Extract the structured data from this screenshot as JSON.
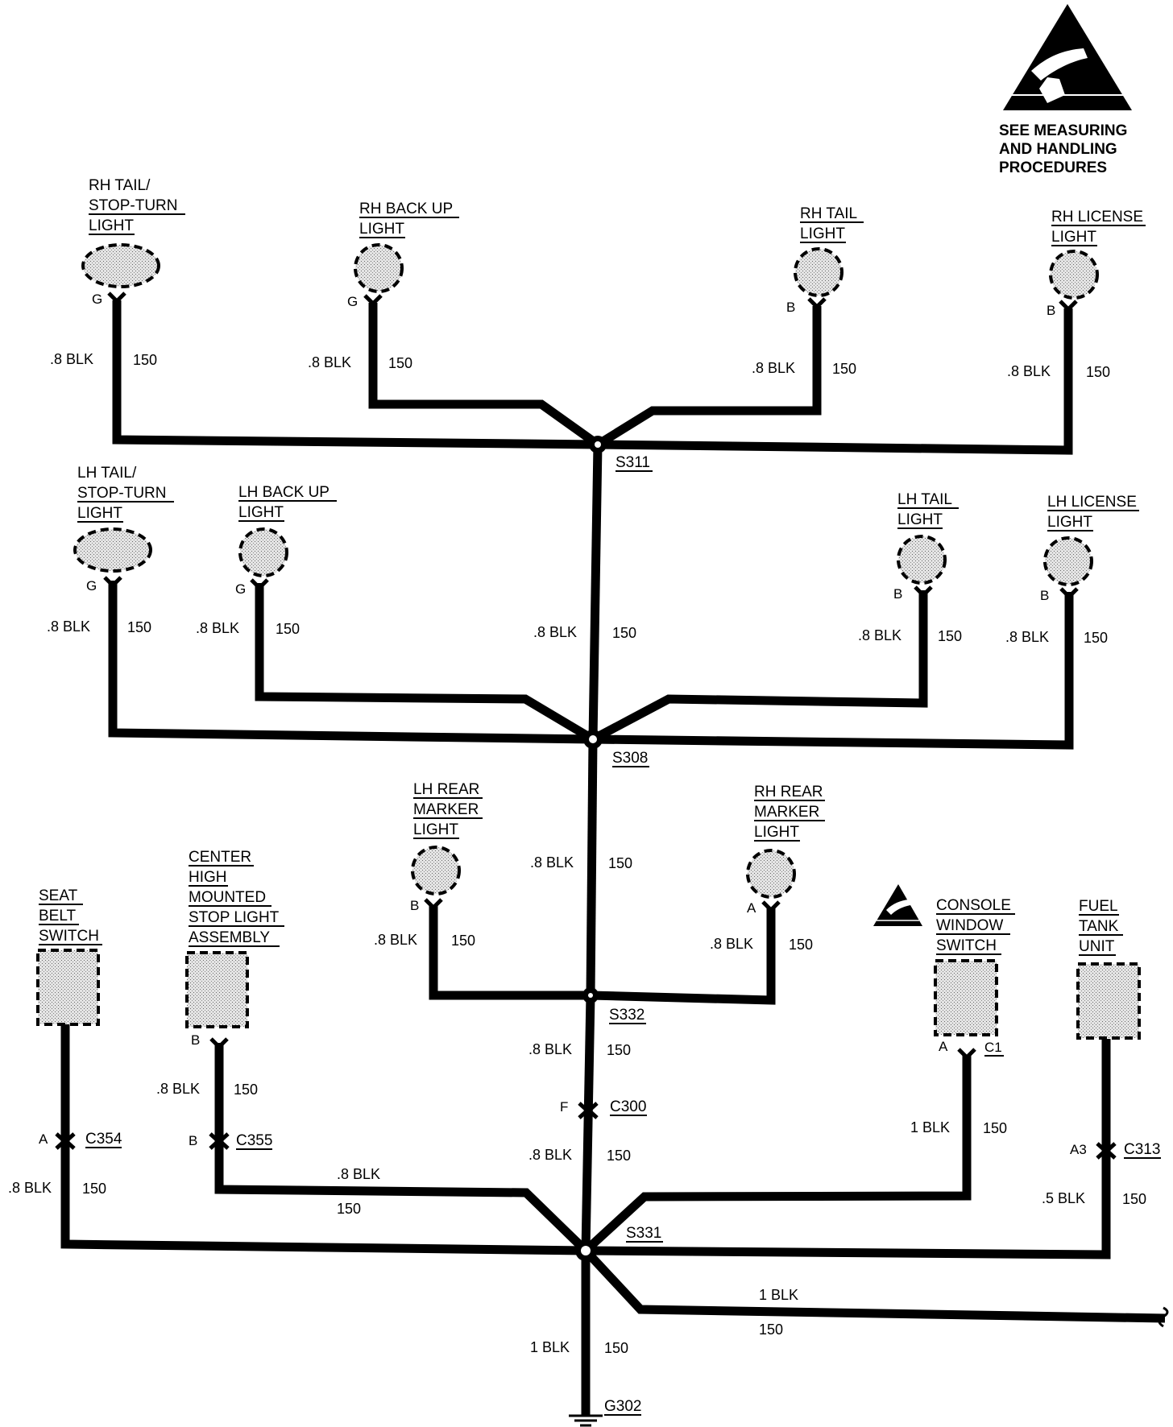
{
  "notice": {
    "lines": [
      "SEE MEASURING",
      "AND HANDLING",
      "PROCEDURES"
    ]
  },
  "components": [
    {
      "id": "rh-tail-stop-turn",
      "lines": [
        "RH TAIL/",
        "STOP-TURN",
        "LIGHT"
      ],
      "pin": "G"
    },
    {
      "id": "rh-back-up",
      "lines": [
        "RH BACK UP",
        "LIGHT"
      ],
      "pin": "G"
    },
    {
      "id": "rh-tail",
      "lines": [
        "RH TAIL",
        "LIGHT"
      ],
      "pin": "B"
    },
    {
      "id": "rh-license",
      "lines": [
        "RH LICENSE",
        "LIGHT"
      ],
      "pin": "B"
    },
    {
      "id": "lh-tail-stop-turn",
      "lines": [
        "LH TAIL/",
        "STOP-TURN",
        "LIGHT"
      ],
      "pin": "G"
    },
    {
      "id": "lh-back-up",
      "lines": [
        "LH BACK UP",
        "LIGHT"
      ],
      "pin": "G"
    },
    {
      "id": "lh-tail",
      "lines": [
        "LH TAIL",
        "LIGHT"
      ],
      "pin": "B"
    },
    {
      "id": "lh-license",
      "lines": [
        "LH LICENSE",
        "LIGHT"
      ],
      "pin": "B"
    },
    {
      "id": "lh-rear-marker",
      "lines": [
        "LH REAR",
        "MARKER",
        "LIGHT"
      ],
      "pin": "B"
    },
    {
      "id": "rh-rear-marker",
      "lines": [
        "RH REAR",
        "MARKER",
        "LIGHT"
      ],
      "pin": "A"
    },
    {
      "id": "seat-belt-switch",
      "lines": [
        "SEAT",
        "BELT",
        "SWITCH"
      ],
      "pin": ""
    },
    {
      "id": "chmsl",
      "lines": [
        "CENTER",
        "HIGH",
        "MOUNTED",
        "STOP LIGHT",
        "ASSEMBLY"
      ],
      "pin": "B"
    },
    {
      "id": "console-window-switch",
      "lines": [
        "CONSOLE",
        "WINDOW",
        "SWITCH"
      ],
      "pin": "A",
      "connector": "C1"
    },
    {
      "id": "fuel-tank-unit",
      "lines": [
        "FUEL",
        "TANK",
        "UNIT"
      ],
      "pin": ""
    }
  ],
  "splices": [
    "S311",
    "S308",
    "S332",
    "S331"
  ],
  "ground": "G302",
  "connectors": [
    {
      "id": "C354",
      "pin": "A"
    },
    {
      "id": "C355",
      "pin": "B"
    },
    {
      "id": "C300",
      "pin": "F"
    },
    {
      "id": "C313",
      "pin": "A3"
    }
  ],
  "wire_labels": {
    "gauge_08": ".8 BLK",
    "gauge_1": "1 BLK",
    "gauge_05": ".5 BLK",
    "circuit": "150"
  }
}
